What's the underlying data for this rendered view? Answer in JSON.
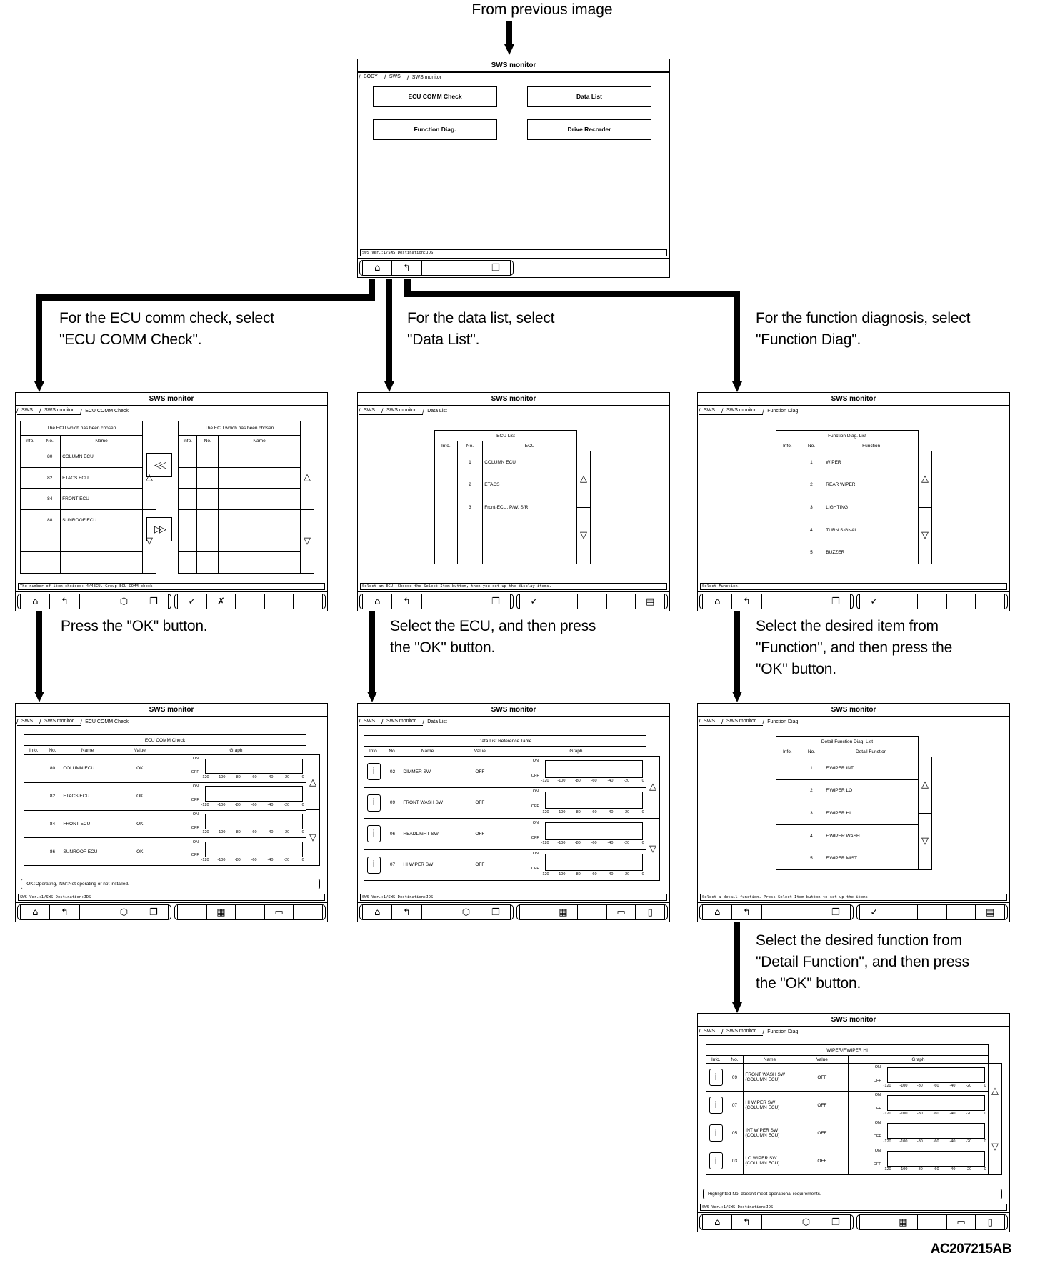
{
  "flow": {
    "from_previous": "From previous image",
    "figure_id": "AC207215AB",
    "captions": {
      "ecu_comm": [
        "For the ECU comm check, select",
        "\"ECU COMM Check\"."
      ],
      "data_list": [
        "For the data list, select",
        "\"Data List\"."
      ],
      "function_diag": [
        "For the function diagnosis, select",
        "\"Function Diag\"."
      ],
      "press_ok": [
        "Press the \"OK\" button."
      ],
      "select_ecu": [
        "Select the ECU, and then press",
        "the \"OK\" button."
      ],
      "select_function": [
        "Select the desired item from",
        "\"Function\", and then press the",
        "\"OK\" button."
      ],
      "select_detail": [
        "Select the desired function from",
        "\"Detail Function\", and then press",
        "the \"OK\" button."
      ]
    }
  },
  "common": {
    "graph_on": "ON",
    "graph_off": "OFF",
    "graph_ticks": [
      "-120",
      "-100",
      "-80",
      "-60",
      "-40",
      "-20",
      "0"
    ]
  },
  "panels": {
    "main": {
      "title": "SWS monitor",
      "breadcrumb": [
        "BODY",
        "SWS",
        "SWS monitor"
      ],
      "buttons": [
        "ECU COMM Check",
        "Data List",
        "Function Diag.",
        "Drive Recorder"
      ],
      "status": "SWS Ver.:1/SWS Destination:JDS",
      "toolbar_left": [
        "home-icon",
        "back-icon",
        "",
        "",
        "copy-icon"
      ],
      "toolbar_right": []
    },
    "ecu_select": {
      "title": "SWS monitor",
      "breadcrumb": [
        "SWS",
        "SWS monitor",
        "ECU COMM Check"
      ],
      "left_table": {
        "title": "The ECU which has been chosen",
        "columns": [
          "Info.",
          "No.",
          "Name"
        ],
        "rows": [
          [
            "",
            "80",
            "COLUMN ECU"
          ],
          [
            "",
            "82",
            "ETACS ECU"
          ],
          [
            "",
            "84",
            "FRONT ECU"
          ],
          [
            "",
            "88",
            "SUNROOF ECU"
          ]
        ]
      },
      "right_table": {
        "title": "The ECU which has been chosen",
        "columns": [
          "Info.",
          "No.",
          "Name"
        ],
        "rows": []
      },
      "status": "The number of item choices: 4/4ECU. Group ECU COMM check",
      "toolbar_left": [
        "home-icon",
        "back-icon",
        "",
        "cube-icon",
        "copy-icon"
      ],
      "toolbar_right": [
        "check-icon",
        "cancel-icon",
        "",
        "",
        ""
      ]
    },
    "data_list": {
      "title": "SWS monitor",
      "breadcrumb": [
        "SWS",
        "SWS monitor",
        "Data List"
      ],
      "table": {
        "title": "ECU List",
        "columns": [
          "Info.",
          "No.",
          "ECU"
        ],
        "rows": [
          [
            "",
            "1",
            "COLUMN ECU"
          ],
          [
            "",
            "2",
            "ETACS"
          ],
          [
            "",
            "3",
            "Front-ECU, P/W, S/R"
          ]
        ]
      },
      "status": "Select an ECU. Choose the Select Item button, then you set up the display items.",
      "toolbar_left": [
        "home-icon",
        "back-icon",
        "",
        "",
        "copy-icon"
      ],
      "toolbar_right": [
        "check-icon",
        "",
        "",
        "",
        "select-item-icon"
      ]
    },
    "function_list": {
      "title": "SWS monitor",
      "breadcrumb": [
        "SWS",
        "SWS monitor",
        "Function Diag."
      ],
      "table": {
        "title": "Function Diag. List",
        "columns": [
          "Info.",
          "No.",
          "Function"
        ],
        "rows": [
          [
            "",
            "1",
            "WIPER"
          ],
          [
            "",
            "2",
            "REAR WIPER"
          ],
          [
            "",
            "3",
            "LIGHTING"
          ],
          [
            "",
            "4",
            "TURN SIGNAL"
          ],
          [
            "",
            "5",
            "BUZZER"
          ]
        ]
      },
      "status": "Select Function.",
      "toolbar_left": [
        "home-icon",
        "back-icon",
        "",
        "",
        "copy-icon"
      ],
      "toolbar_right": [
        "check-icon",
        "",
        "",
        "",
        ""
      ]
    },
    "ecu_result": {
      "title": "SWS monitor",
      "breadcrumb": [
        "SWS",
        "SWS monitor",
        "ECU COMM Check"
      ],
      "table": {
        "title": "ECU COMM Check",
        "columns": [
          "Info.",
          "No.",
          "Name",
          "Value",
          "Graph"
        ],
        "rows": [
          [
            "",
            "80",
            "COLUMN ECU",
            "OK"
          ],
          [
            "",
            "82",
            "ETACS ECU",
            "OK"
          ],
          [
            "",
            "84",
            "FRONT ECU",
            "OK"
          ],
          [
            "",
            "86",
            "SUNROOF ECU",
            "OK"
          ]
        ]
      },
      "row_icon": "",
      "note": "'OK':Operating, 'NG':Not operating or not installed.",
      "status": "SWS Ver.:1/SWS Destination:JDS",
      "toolbar_left": [
        "home-icon",
        "back-icon",
        "",
        "cube-icon",
        "copy-icon"
      ],
      "toolbar_right": [
        "",
        "table-icon",
        "",
        "graph-icon",
        ""
      ]
    },
    "data_result": {
      "title": "SWS monitor",
      "breadcrumb": [
        "SWS",
        "SWS monitor",
        "Data List"
      ],
      "table": {
        "title": "Data List Reference Table",
        "columns": [
          "Info.",
          "No.",
          "Name",
          "Value",
          "Graph"
        ],
        "rows": [
          [
            "",
            "02",
            "DIMMER SW",
            "OFF"
          ],
          [
            "",
            "09",
            "FRONT WASH SW",
            "OFF"
          ],
          [
            "",
            "06",
            "HEADLIGHT SW",
            "OFF"
          ],
          [
            "",
            "07",
            "HI WIPER SW",
            "OFF"
          ]
        ]
      },
      "row_icon": "info-icon",
      "status": "SWS Ver.:1/SWS Destination:JDS",
      "toolbar_left": [
        "home-icon",
        "back-icon",
        "",
        "cube-icon",
        "copy-icon"
      ],
      "toolbar_right": [
        "",
        "table-icon",
        "",
        "graph-icon",
        "info-frame-icon"
      ]
    },
    "detail_list": {
      "title": "SWS monitor",
      "breadcrumb": [
        "SWS",
        "SWS monitor",
        "Function Diag."
      ],
      "table": {
        "title": "Detail Function Diag. List",
        "columns": [
          "Info.",
          "No.",
          "Detail Function"
        ],
        "rows": [
          [
            "",
            "1",
            "F.WIPER INT"
          ],
          [
            "",
            "2",
            "F.WIPER LO"
          ],
          [
            "",
            "3",
            "F.WIPER HI"
          ],
          [
            "",
            "4",
            "F.WIPER WASH"
          ],
          [
            "",
            "5",
            "F.WIPER MIST"
          ]
        ]
      },
      "status": "Select a detail function. Press Select Item button to set up the items.",
      "toolbar_left": [
        "home-icon",
        "back-icon",
        "",
        "",
        "copy-icon"
      ],
      "toolbar_right": [
        "check-icon",
        "",
        "",
        "",
        "select-item-icon"
      ]
    },
    "final": {
      "title": "SWS monitor",
      "breadcrumb": [
        "SWS",
        "SWS monitor",
        "Function Diag."
      ],
      "table": {
        "title": "WIPER/F.WIPER HI",
        "columns": [
          "Info.",
          "No.",
          "Name",
          "Value",
          "Graph"
        ],
        "rows": [
          [
            "",
            "09",
            "FRONT WASH SW\n(COLUMN ECU)",
            "OFF"
          ],
          [
            "",
            "07",
            "HI WIPER SW\n(COLUMN ECU)",
            "OFF"
          ],
          [
            "",
            "05",
            "INT WIPER SW\n(COLUMN ECU)",
            "OFF"
          ],
          [
            "",
            "03",
            "LO WIPER SW\n(COLUMN ECU)",
            "OFF"
          ]
        ]
      },
      "row_icon": "info-icon",
      "note": "Highlighted No. doesn't meet operational requirements.",
      "status": "SWS Ver.:1/SWS Destination:JDS",
      "toolbar_left": [
        "home-icon",
        "back-icon",
        "",
        "cube-icon",
        "copy-icon"
      ],
      "toolbar_right": [
        "",
        "table-icon",
        "",
        "graph-icon",
        "info-frame-icon"
      ]
    }
  }
}
